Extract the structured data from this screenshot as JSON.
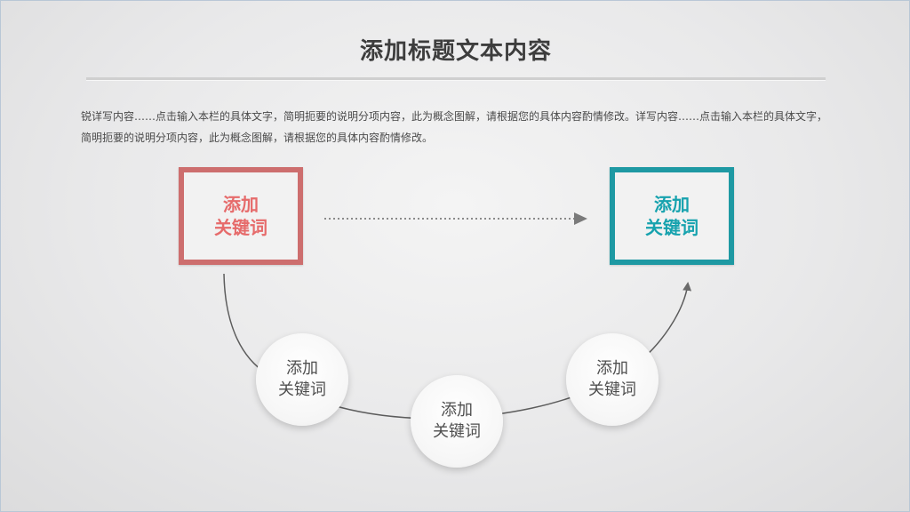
{
  "slide": {
    "title": "添加标题文本内容",
    "description": "锐详写内容……点击输入本栏的具体文字，简明扼要的说明分项内容，此为概念图解，请根据您的具体内容酌情修改。详写内容……点击输入本栏的具体文字，简明扼要的说明分项内容，此为概念图解，请根据您的具体内容酌情修改。"
  },
  "diagram": {
    "start_box": {
      "line1": "添加",
      "line2": "关键词",
      "color": "#e66b6b",
      "border": "#cd6e6e"
    },
    "end_box": {
      "line1": "添加",
      "line2": "关键词",
      "color": "#16a2ae",
      "border": "#1e99a3"
    },
    "steps": [
      {
        "line1": "添加",
        "line2": "关键词"
      },
      {
        "line1": "添加",
        "line2": "关键词"
      },
      {
        "line1": "添加",
        "line2": "关键词"
      }
    ]
  }
}
